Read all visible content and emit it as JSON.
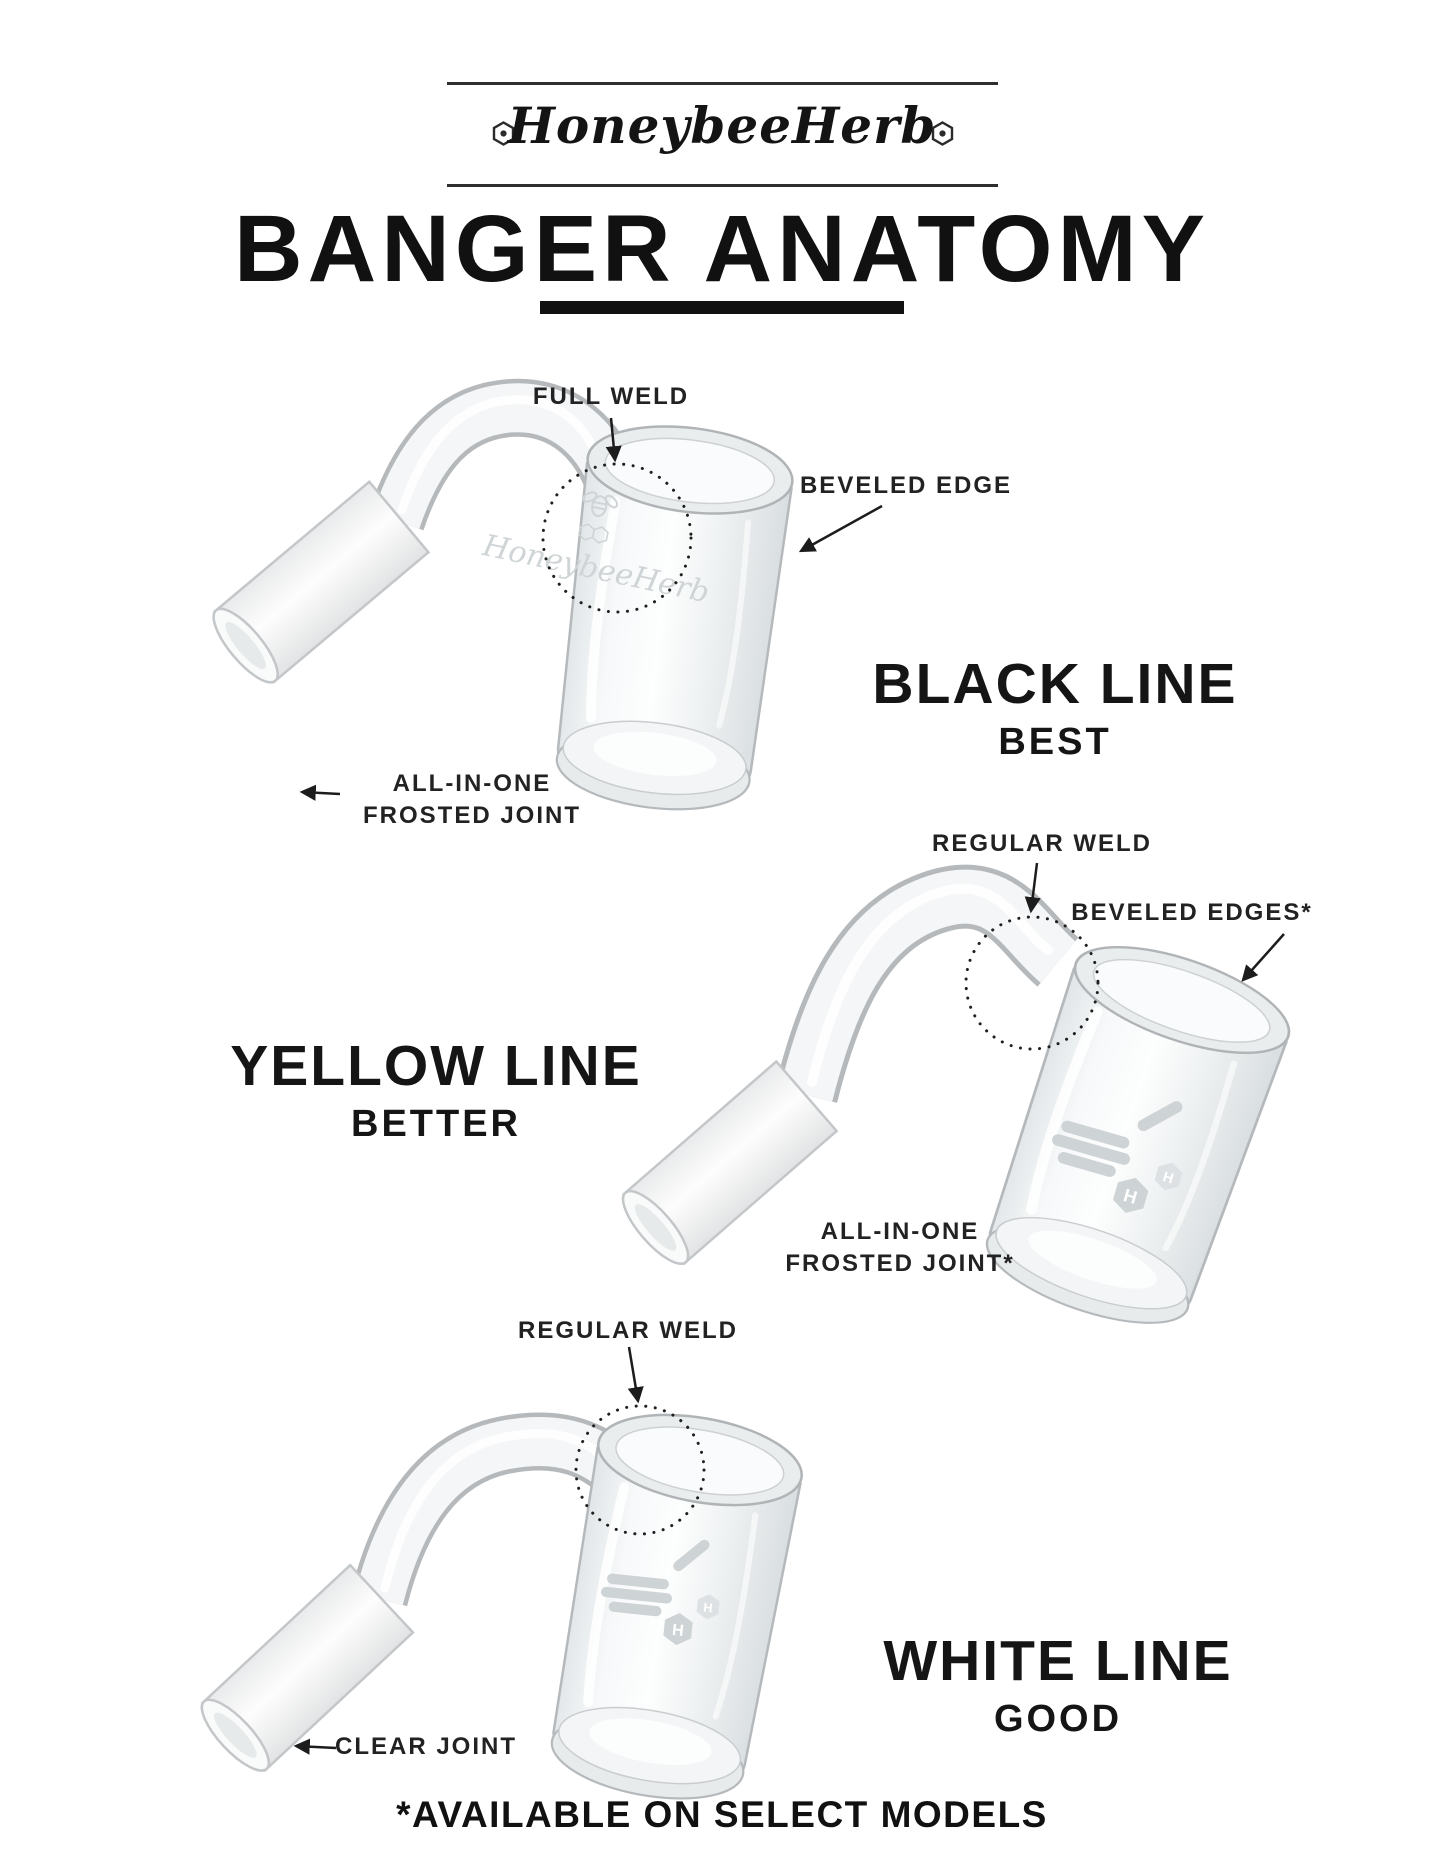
{
  "header": {
    "logo_text": "HoneybeeHerb",
    "title": "BANGER ANATOMY"
  },
  "products": [
    {
      "name": "BLACK LINE",
      "grade": "BEST",
      "etching": "HoneybeeHerb",
      "callouts": {
        "weld": "FULL WELD",
        "edge": "BEVELED EDGE",
        "joint_line1": "ALL-IN-ONE",
        "joint_line2": "FROSTED JOINT"
      }
    },
    {
      "name": "YELLOW LINE",
      "grade": "BETTER",
      "etching_monogram": "H",
      "callouts": {
        "weld": "REGULAR WELD",
        "edge": "BEVELED EDGES*",
        "joint_line1": "ALL-IN-ONE",
        "joint_line2": "FROSTED JOINT*"
      }
    },
    {
      "name": "WHITE LINE",
      "grade": "GOOD",
      "etching_monogram": "H",
      "callouts": {
        "weld": "REGULAR WELD",
        "joint_line1": "CLEAR JOINT"
      }
    }
  ],
  "footer_note": "*AVAILABLE ON SELECT MODELS",
  "colors": {
    "ink": "#1c1c1c",
    "glass_edge": "#b5b9bc",
    "glass_fill": "#f3f5f6",
    "frosted_joint": "#f5f6f6",
    "etch_gray": "#cdd2d4",
    "background": "#ffffff"
  }
}
